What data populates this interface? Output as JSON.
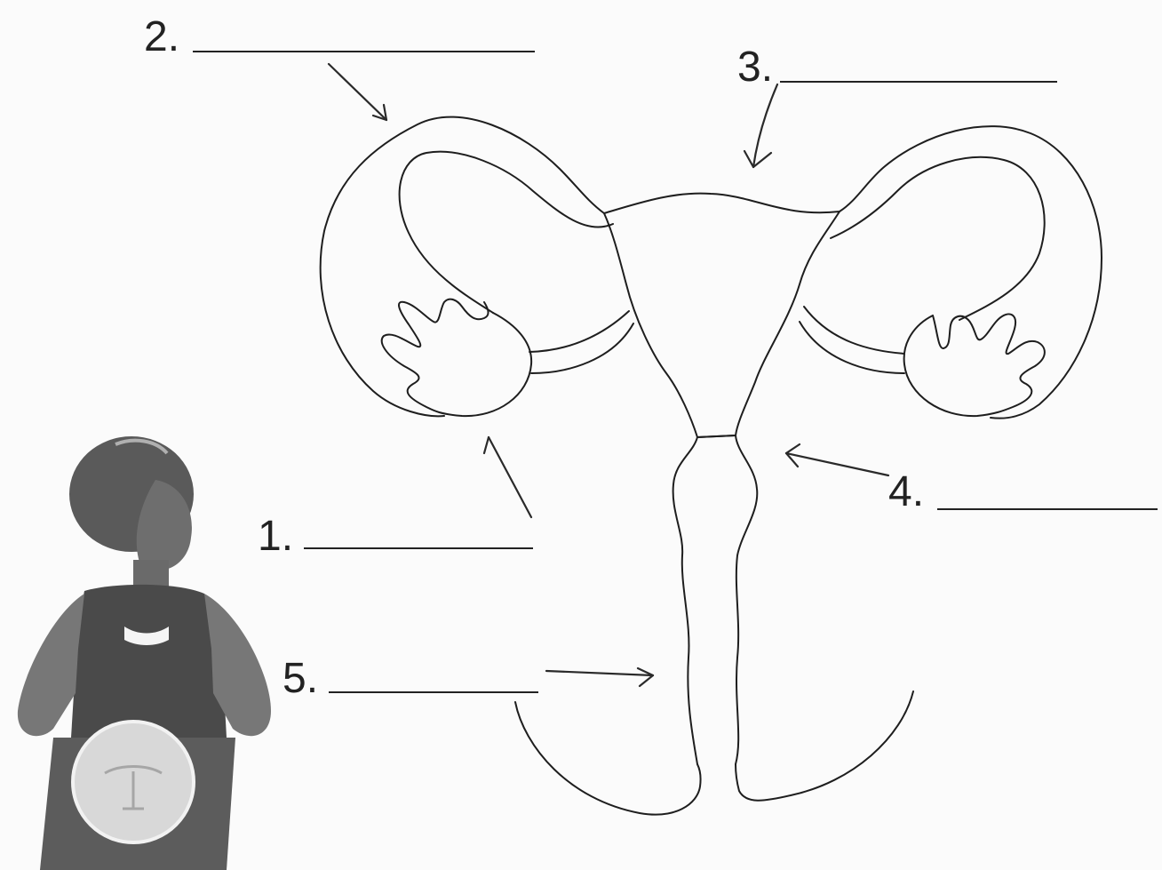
{
  "labels": [
    {
      "id": "2",
      "text": "2."
    },
    {
      "id": "3",
      "text": "3."
    },
    {
      "id": "1",
      "text": "1."
    },
    {
      "id": "4",
      "text": "4."
    },
    {
      "id": "5",
      "text": "5."
    }
  ],
  "colors": {
    "ink": "#1e1e1e",
    "figure_dark": "#5f5f5f",
    "figure_mid": "#7c7c7c",
    "background": "#fbfbfb"
  }
}
